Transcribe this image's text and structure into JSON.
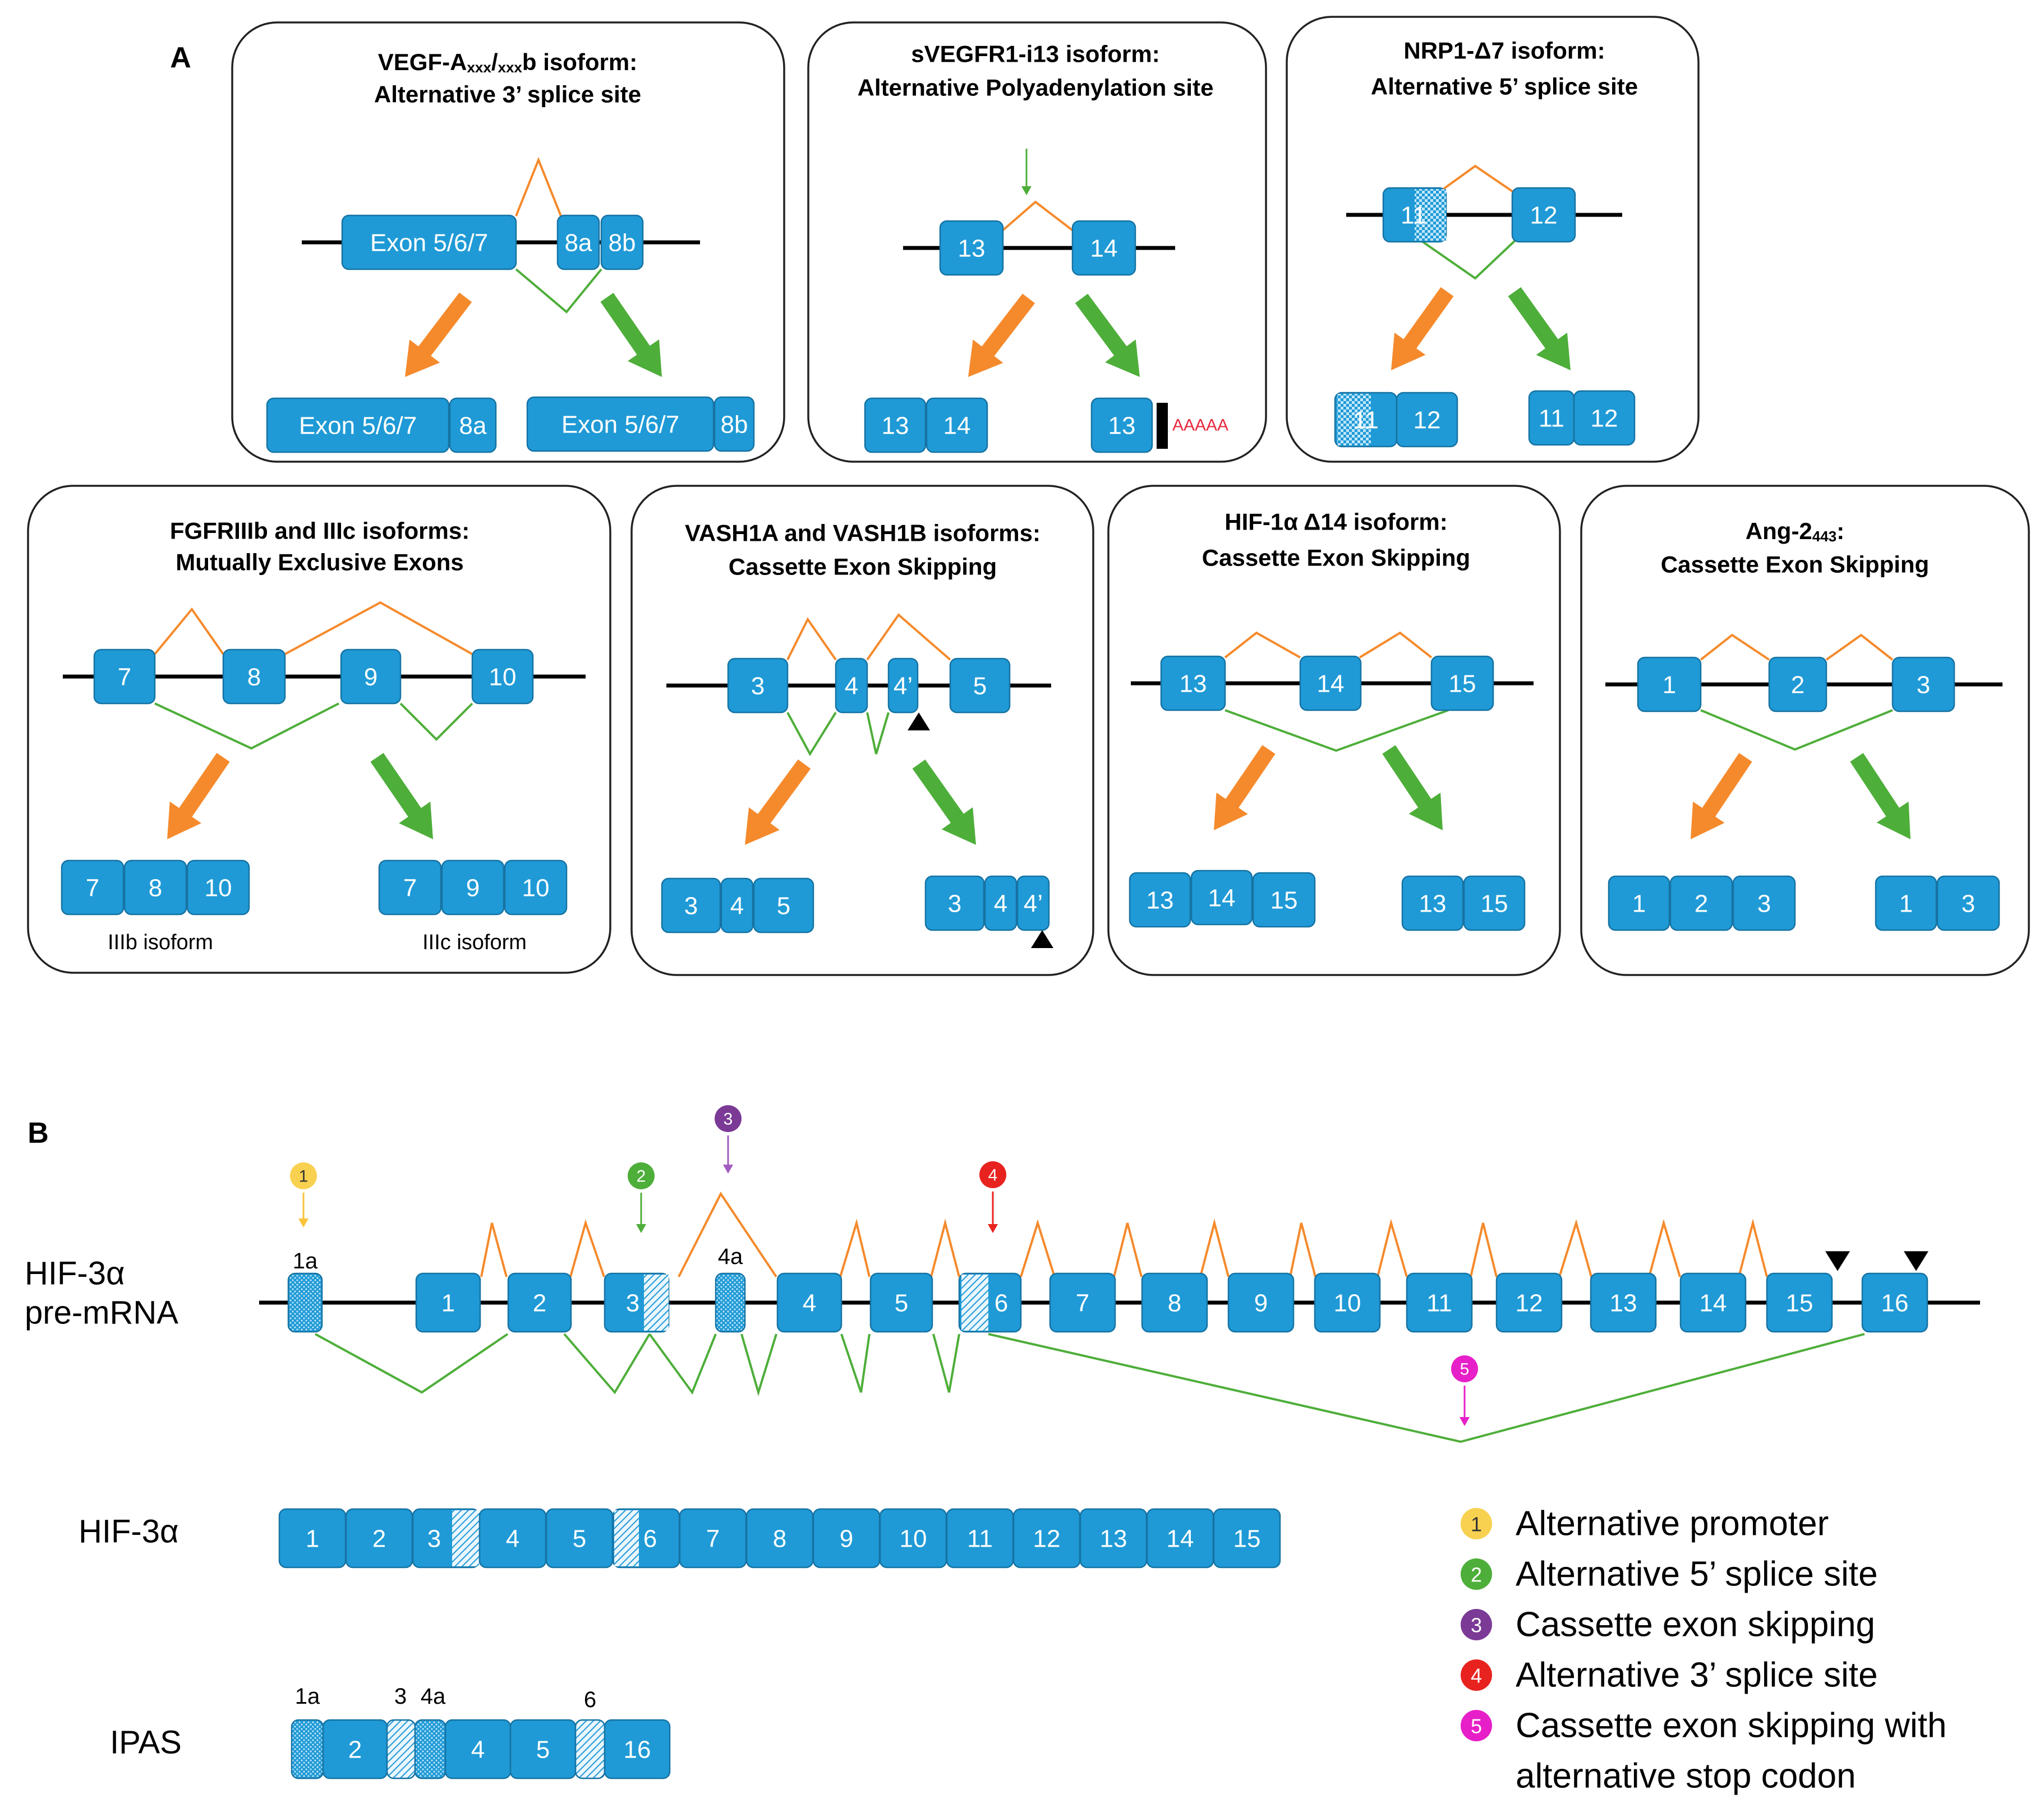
{
  "figure": {
    "panel_a_letter": "A",
    "panel_b_letter": "B",
    "colors": {
      "exon_fill": "#1F9AD6",
      "exon_stroke": "#1673A3",
      "orange": "#F58A2C",
      "green": "#4EAE3A",
      "polya_red": "#E8283C"
    }
  },
  "panels_a": {
    "vegf": {
      "title1": "VEGF-Axxx/xxxb isoform:",
      "title1_parts": [
        "VEGF-A",
        "xxx",
        "/",
        "xxx",
        "b isoform:"
      ],
      "title2": "Alternative 3’ splice site",
      "exons": [
        "Exon 5/6/7",
        "8a",
        "8b"
      ],
      "products": [
        [
          "Exon 5/6/7",
          "8a"
        ],
        [
          "Exon 5/6/7",
          "8b"
        ]
      ]
    },
    "svegfr1": {
      "title1": "sVEGFR1-i13  isoform:",
      "title2": "Alternative Polyadenylation site",
      "exons": [
        "13",
        "14"
      ],
      "products": [
        [
          "13",
          "14"
        ],
        [
          "13"
        ]
      ],
      "polya": "AAAAA"
    },
    "nrp1": {
      "title1": "NRP1-Δ7 isoform:",
      "title2": "Alternative 5’ splice site",
      "exons": [
        "11",
        "12"
      ],
      "products": [
        [
          "11",
          "12"
        ],
        [
          "11",
          "12"
        ]
      ]
    },
    "fgfr": {
      "title1": "FGFRIIIb and IIIc isoforms:",
      "title2": "Mutually Exclusive Exons",
      "exons": [
        "7",
        "8",
        "9",
        "10"
      ],
      "products": [
        [
          "7",
          "8",
          "10"
        ],
        [
          "7",
          "9",
          "10"
        ]
      ],
      "product_labels": [
        "IIIb isoform",
        "IIIc isoform"
      ]
    },
    "vash1": {
      "title1": "VASH1A and VASH1B isoforms:",
      "title2": "Cassette Exon Skipping",
      "exons": [
        "3",
        "4",
        "4’",
        "5"
      ],
      "products": [
        [
          "3",
          "4",
          "5"
        ],
        [
          "3",
          "4",
          "4’"
        ]
      ]
    },
    "hif1a": {
      "title1": "HIF-1α Δ14 isoform:",
      "title2": "Cassette Exon Skipping",
      "exons": [
        "13",
        "14",
        "15"
      ],
      "products": [
        [
          "13",
          "14",
          "15"
        ],
        [
          "13",
          "15"
        ]
      ]
    },
    "ang2": {
      "title1": "Ang-2443:",
      "title1_parts": [
        "Ang-2",
        "443",
        ":"
      ],
      "title2": "Cassette Exon Skipping",
      "exons": [
        "1",
        "2",
        "3"
      ],
      "products": [
        [
          "1",
          "2",
          "3"
        ],
        [
          "1",
          "3"
        ]
      ]
    }
  },
  "panel_b": {
    "premrna_label": [
      "HIF-3α",
      "pre-mRNA"
    ],
    "premrna_exons": [
      "1a",
      "1",
      "2",
      "3",
      "4a",
      "4",
      "5",
      "6",
      "7",
      "8",
      "9",
      "10",
      "11",
      "12",
      "13",
      "14",
      "15",
      "16"
    ],
    "markers": [
      "1",
      "2",
      "3",
      "4",
      "5"
    ],
    "hif3a_label": "HIF-3α",
    "hif3a_exons": [
      "1",
      "2",
      "3",
      "4",
      "5",
      "6",
      "7",
      "8",
      "9",
      "10",
      "11",
      "12",
      "13",
      "14",
      "15"
    ],
    "ipas_label": "IPAS",
    "ipas_exons": [
      "1a",
      "2",
      "3",
      "4a",
      "4",
      "5",
      "16"
    ],
    "legend": [
      {
        "num": "1",
        "text": "Alternative promoter",
        "color": "#F9D150",
        "num_color": "#333333"
      },
      {
        "num": "2",
        "text": "Alternative 5’ splice site",
        "color": "#4EAE3A",
        "num_color": "#ffffff"
      },
      {
        "num": "3",
        "text": "Cassette exon skipping",
        "color": "#7B3A96",
        "num_color": "#ffffff"
      },
      {
        "num": "4",
        "text": "Alternative 3’ splice site",
        "color": "#E8231F",
        "num_color": "#ffffff"
      },
      {
        "num": "5",
        "text": "Cassette exon skipping with",
        "text2": "alternative stop codon",
        "color": "#E71FC8",
        "num_color": "#ffffff"
      }
    ]
  }
}
